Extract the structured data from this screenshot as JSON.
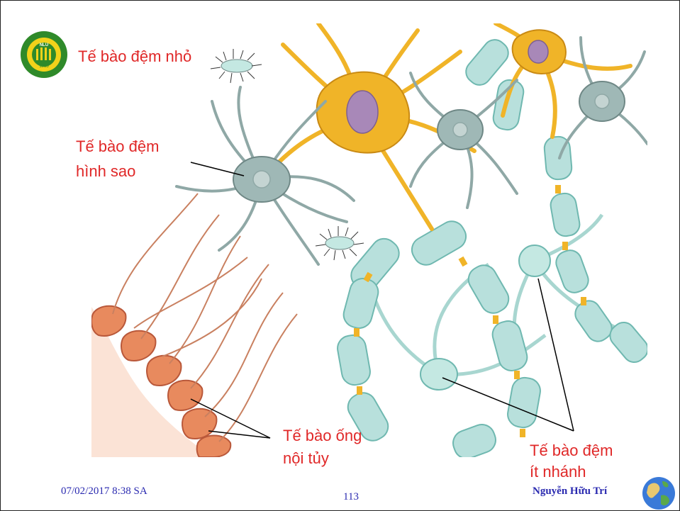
{
  "logo": {
    "top_text": "ĐẠI HỌC NÔNG LÂM",
    "abbr": "NLU",
    "year": "1955",
    "bottom_text": "THÀNH PHỐ HỒ CHÍ MINH",
    "color_ring": "#2f8a2a",
    "color_fill": "#f2d21a"
  },
  "labels": {
    "small_glial": "Tế bào đệm nhỏ",
    "astrocyte_line1": "Tế bào đệm",
    "astrocyte_line2": "hình sao",
    "ependymal_line1": "Tế bào ống",
    "ependymal_line2": "nội tủy",
    "oligodendrocyte_line1": "Tế bào đệm",
    "oligodendrocyte_line2": "ít nhánh"
  },
  "colors": {
    "label_red": "#e02828",
    "neuron_orange": "#f0b428",
    "astrocyte_gray": "#9fb8b6",
    "myelin_cyan": "#b8e0dc",
    "ependymal_salmon": "#e88a5e"
  },
  "footer": {
    "date": "07/02/2017 8:38 SA",
    "page": "113",
    "author": "Nguyễn Hữu Trí"
  }
}
